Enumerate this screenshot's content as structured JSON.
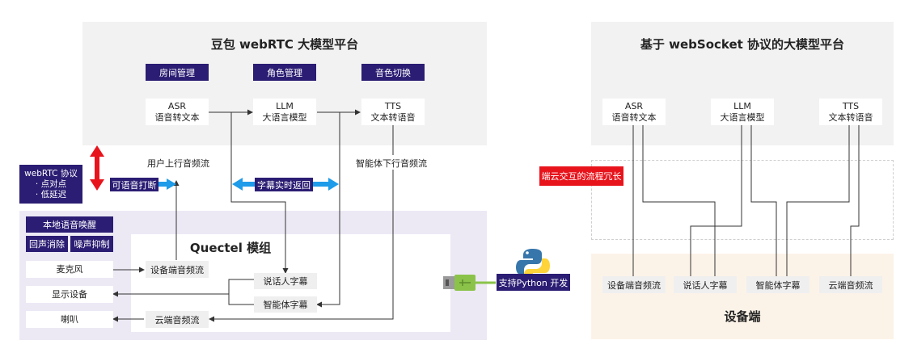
{
  "left_platform": {
    "title": "豆包 webRTC 大模型平台",
    "functions": [
      "房间管理",
      "角色管理",
      "音色切换"
    ],
    "asr": {
      "line1": "ASR",
      "line2": "语音转文本"
    },
    "llm": {
      "line1": "LLM",
      "line2": "大语言模型"
    },
    "tts": {
      "line1": "TTS",
      "line2": "文本转语音"
    }
  },
  "labels": {
    "user_uplink": "用户上行音频流",
    "agent_downlink": "智能体下行音频流",
    "interrupt": "可语音打断",
    "subtitle_return": "字幕实时返回"
  },
  "webrtc": {
    "line1": "webRTC 协议",
    "line2": "· 点对点",
    "line3": "· 低延迟"
  },
  "device_left": {
    "wake": "本地语音唤醒",
    "echo_cancel": "回声消除",
    "noise_suppress": "噪声抑制",
    "mic": "麦克风",
    "display": "显示设备",
    "speaker": "喇叭",
    "module_title": "Quectel 模组",
    "device_audio": "设备端音频流",
    "speaker_subtitle": "说话人字幕",
    "agent_subtitle": "智能体字幕",
    "cloud_audio": "云端音频流"
  },
  "python": {
    "label": "支持Python 开发",
    "colors": {
      "blue": "#3776ab",
      "yellow": "#ffd43b",
      "usb": "#8bc34a"
    }
  },
  "right_platform": {
    "title": "基于 webSocket 协议的大模型平台",
    "asr": {
      "line1": "ASR",
      "line2": "语音转文本"
    },
    "llm": {
      "line1": "LLM",
      "line2": "大语言模型"
    },
    "tts": {
      "line1": "TTS",
      "line2": "文本转语音"
    },
    "redundancy": "端云交互的流程冗长",
    "device_title": "设备端",
    "streams": [
      "设备端音频流",
      "说话人字幕",
      "智能体字幕",
      "云端音频流"
    ]
  },
  "colors": {
    "navy": "#2b1d73",
    "red": "#e8141c",
    "blue_arrow": "#1e9be9"
  }
}
